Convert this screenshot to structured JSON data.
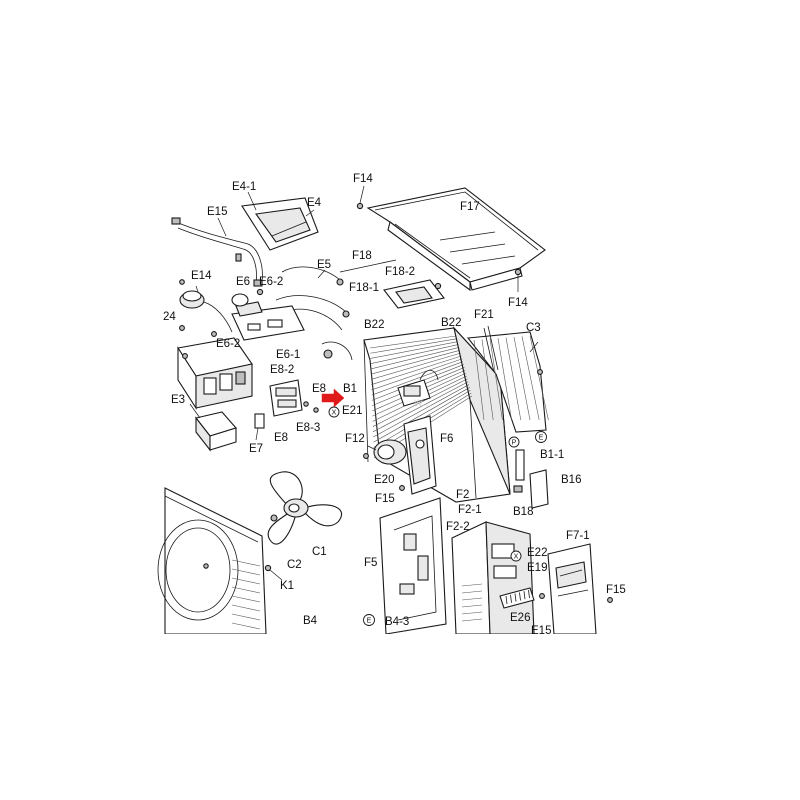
{
  "diagram": {
    "labels": [
      "E4-1",
      "E4",
      "E15",
      "F14",
      "F17",
      "E14",
      "E6",
      "E6-2",
      "E5",
      "F18",
      "F18-2",
      "F18-1",
      "F14",
      "24",
      "E6-2",
      "E6-1",
      "E8-2",
      "E8",
      "B1",
      "B22",
      "B22",
      "F21",
      "C3",
      "E21",
      "E3",
      "E8",
      "E8-3",
      "E7",
      "F12",
      "F6",
      "E20",
      "B1-1",
      "B16",
      "F15",
      "F2",
      "F2-1",
      "B18",
      "F2-2",
      "C1",
      "C2",
      "K1",
      "F5",
      "E22",
      "E19",
      "F7-1",
      "F15",
      "B4",
      "B4-3",
      "E26",
      "E15"
    ],
    "markers": {
      "cross": "X",
      "earth": "E",
      "p": "P"
    },
    "watermark": "w...",
    "accent_color": "#e01a1a"
  }
}
